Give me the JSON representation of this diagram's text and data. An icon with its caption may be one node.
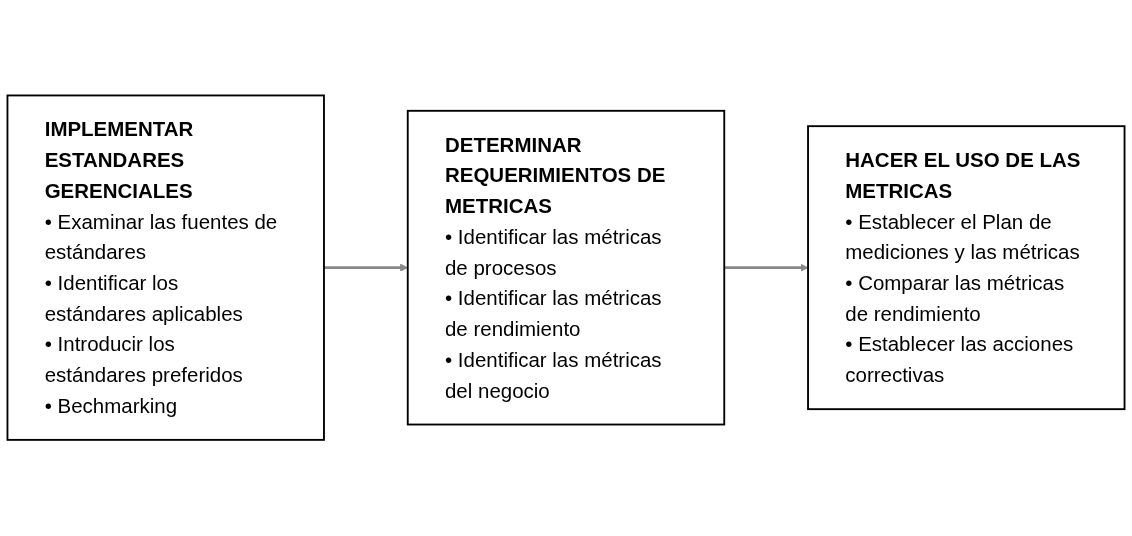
{
  "diagram": {
    "nodes": [
      {
        "text": [
          "IMPLEMENTAR ESTANDARES GERENCIALES",
          "• Examinar las fuentes de estándares",
          "• Identificar los estándares aplicables",
          "• Introducir los estándares preferidos",
          "• Bechmarking"
        ]
      },
      {
        "text": [
          "DETERMINAR REQUERIMIENTOS DE METRICAS",
          "• Identificar las métricas de procesos",
          "• Identificar las métricas de rendimiento",
          "• Identificar las métricas del negocio"
        ]
      },
      {
        "text": [
          "HACER EL USO DE LAS METRICAS",
          "• Establecer el Plan de mediciones y las métricas",
          "• Comparar las métricas de rendimiento",
          "• Establecer las acciones correctivas"
        ]
      }
    ],
    "edges": [
      {
        "from": 0,
        "to": 1,
        "arrow": "to"
      },
      {
        "from": 1,
        "to": 2,
        "arrow": "to"
      }
    ]
  }
}
